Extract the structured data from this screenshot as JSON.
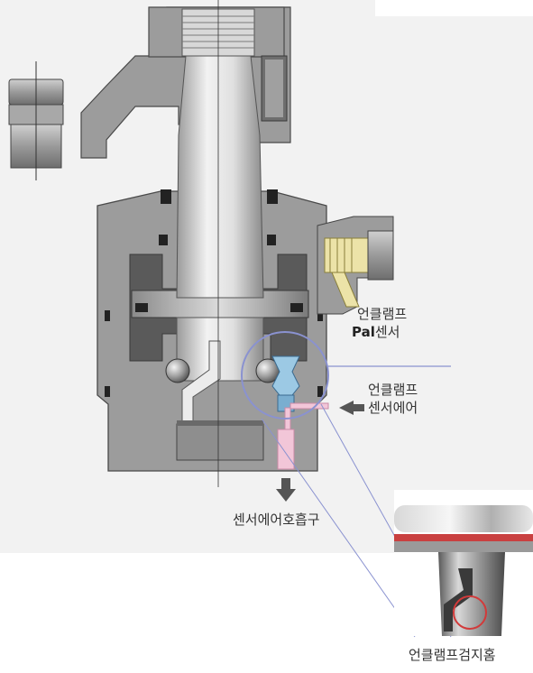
{
  "labels": {
    "unclamp_pal_sensor_line1": "언클램프",
    "unclamp_pal_sensor_bold": "Pal",
    "unclamp_pal_sensor_suffix": "센서",
    "unclamp_sensor_air_line1": "언클램프",
    "unclamp_sensor_air_line2": "센서에어",
    "sensor_air_exhaust": "센서에어호흡구",
    "unclamp_detection_groove": "언클램프검지홈"
  },
  "colors": {
    "body_gray": "#9c9c9c",
    "dark_gray": "#5a5a5a",
    "shaft_light": "#e6e6e6",
    "bolt_gray": "#a8a8a8",
    "yellow_fitting": "#ece3a8",
    "pink_port": "#f2c6d8",
    "sensor_blue": "#9cc9e4",
    "callout_blue": "#8a92d0",
    "arrow_gray": "#555555",
    "detail_red": "#d23a3a"
  },
  "icons": {
    "arrow_left": "arrow-left-icon",
    "arrow_down": "arrow-down-icon"
  }
}
